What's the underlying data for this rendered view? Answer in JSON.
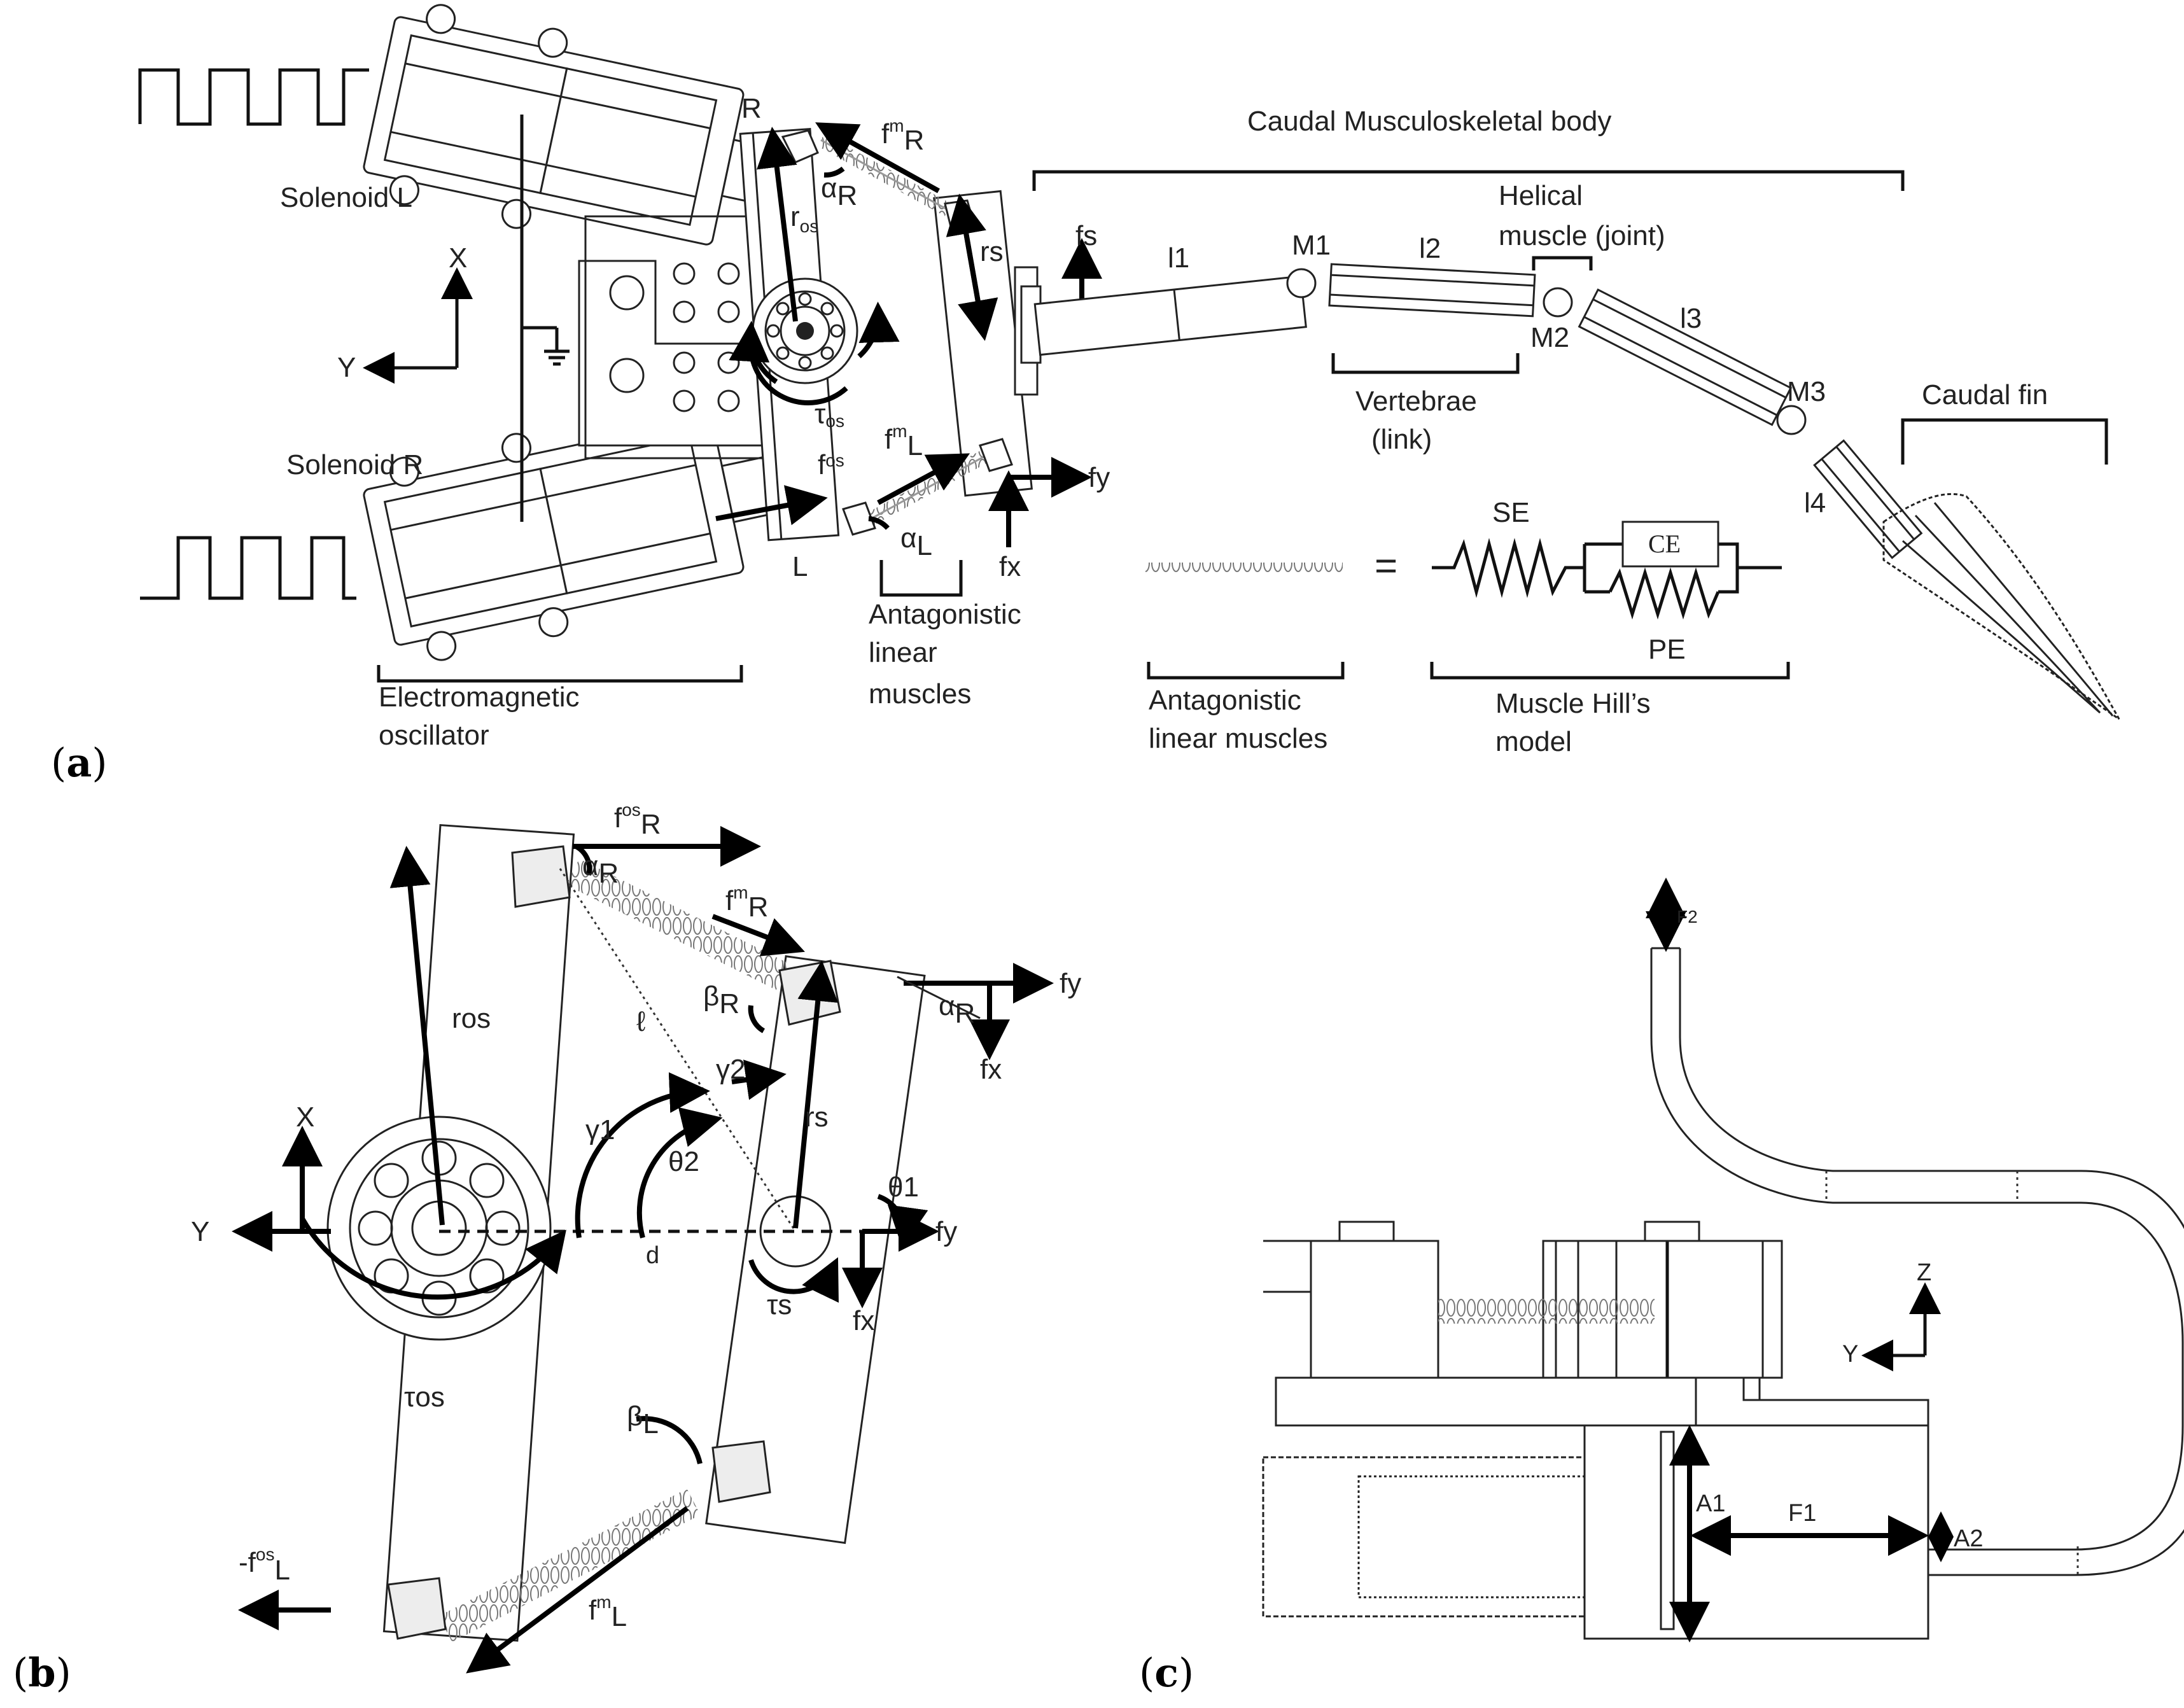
{
  "panels": {
    "a": {
      "label_open": "(",
      "label_letter": "a",
      "label_close": ")",
      "caudal_body": "Caudal Musculoskeletal  body",
      "helical_1": "Helical",
      "helical_2": "muscle (joint)",
      "solenoid_l": "Solenoid L",
      "solenoid_r": "Solenoid R",
      "axis_x": "X",
      "axis_y": "Y",
      "R": "R",
      "L": "L",
      "fmR_base": "f",
      "fmR_sup": "m",
      "fmR_sub": "R",
      "alphaR_base": "α",
      "alphaR_sub": "R",
      "ros_base": "r",
      "ros_sub": "os",
      "rs": "rs",
      "fs": "fs",
      "taos_base": "τ",
      "taos_sub": "os",
      "fos_base": "f",
      "fos_sub": "os",
      "fmL_base": "f",
      "fmL_sup": "m",
      "fmL_sub": "L",
      "alphaL_base": "α",
      "alphaL_sub": "L",
      "fy": "fy",
      "fx": "fx",
      "l1": "l1",
      "l2": "l2",
      "l3": "l3",
      "l4": "l4",
      "M1": "M1",
      "M2": "M2",
      "M3": "M3",
      "vertebrae_1": "Vertebrae",
      "vertebrae_2": "(link)",
      "caudal_fin": "Caudal fin",
      "SE": "SE",
      "CE": "CE",
      "PE": "PE",
      "equals": "=",
      "em_osc_1": "Electromagnetic",
      "em_osc_2": "oscillator",
      "ant_1": "Antagonistic",
      "ant_2": "linear",
      "ant_3": "muscles",
      "ant_b_1": "Antagonistic",
      "ant_b_2": "linear muscles",
      "hill_1": "Muscle Hill’s",
      "hill_2": "model"
    },
    "b": {
      "label_open": "(",
      "label_letter": "b",
      "label_close": ")",
      "fosR_base": "f",
      "fosR_sup": "os",
      "fosR_sub": "R",
      "alphaR_base": "α",
      "alphaR_sub": "R",
      "fmR_base": "f",
      "fmR_sup": "m",
      "fmR_sub": "R",
      "betaR_base": "β",
      "betaR_sub": "R",
      "alphaR2_base": "α",
      "alphaR2_sub": "R",
      "fy": "fy",
      "fx": "fx",
      "ros": "ros",
      "ell": "ℓ",
      "gamma2": "γ2",
      "gamma1": "γ1",
      "theta2": "θ2",
      "rs": "rs",
      "theta1": "θ1",
      "axis_x": "X",
      "axis_y": "Y",
      "d": "d",
      "fy2": "fy",
      "fx2": "fx",
      "tas": "τs",
      "taos": "τos",
      "betaL_base": "β",
      "betaL_sub": "L",
      "fosL_base": "-f",
      "fosL_sup": "os",
      "fosL_sub": "L",
      "fmL_base": "f",
      "fmL_sup": "m",
      "fmL_sub": "L"
    },
    "c": {
      "label_open": "(",
      "label_letter": "c",
      "label_close": ")",
      "F2": "F2",
      "axis_z": "Z",
      "axis_y": "Y",
      "A1": "A1",
      "F1": "F1",
      "A2": "A2"
    }
  }
}
